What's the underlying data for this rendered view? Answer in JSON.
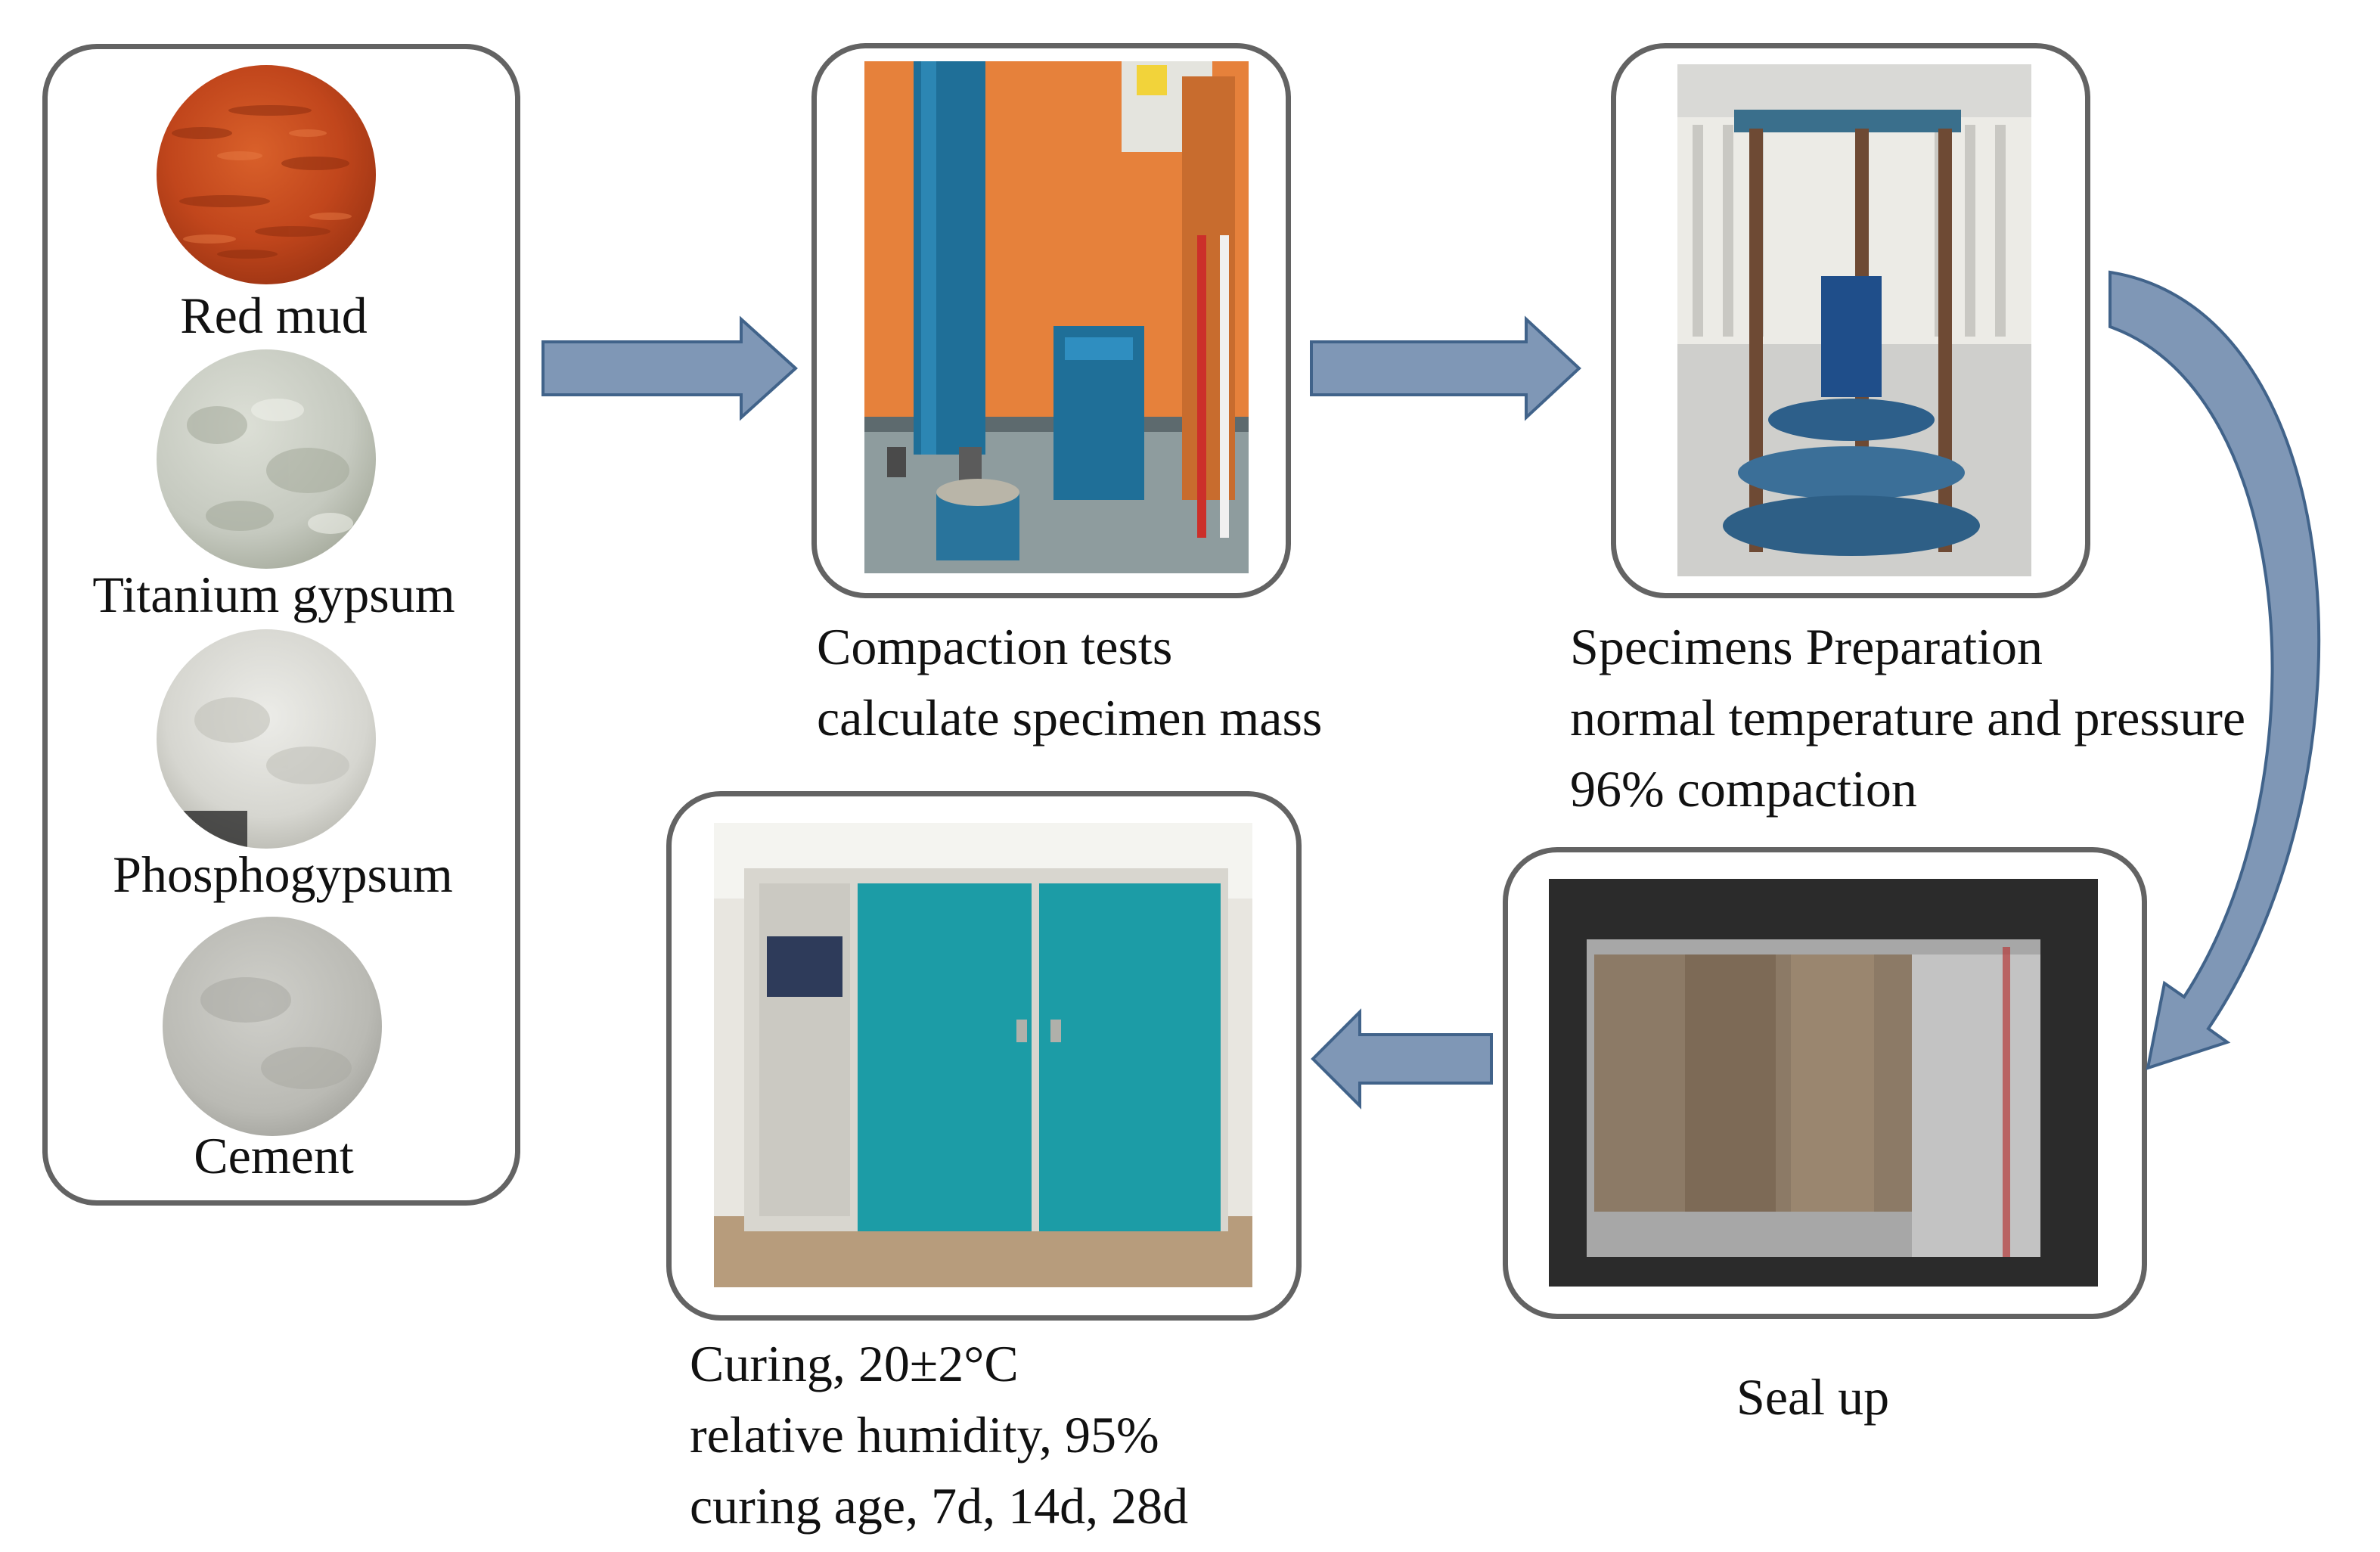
{
  "materials": {
    "red_mud": "Red mud",
    "titanium_gypsum": "Titanium gypsum",
    "phosphogypsum": "Phosphogypsum",
    "cement": "Cement"
  },
  "compaction": {
    "line1": "Compaction tests",
    "line2": "calculate specimen mass"
  },
  "preparation": {
    "line1": "Specimens Preparation",
    "line2": "normal temperature and pressure",
    "line3": "96% compaction"
  },
  "seal": {
    "line1": "Seal up"
  },
  "curing": {
    "line1": "Curing, 20±2°C",
    "line2": "relative humidity, 95%",
    "line3": "curing age, 7d, 14d, 28d"
  },
  "colors": {
    "panel_border": "#636363",
    "arrow_fill": "#7f97b6",
    "arrow_stroke": "#41638a",
    "red_mud": "#c1461c",
    "titanium_gypsum": "#c9ccc3",
    "phosphogypsum": "#dcdcd6",
    "cement": "#bdbdb8",
    "machine_blue": "#1f6f98",
    "cabinet_teal": "#1c9ca6"
  }
}
